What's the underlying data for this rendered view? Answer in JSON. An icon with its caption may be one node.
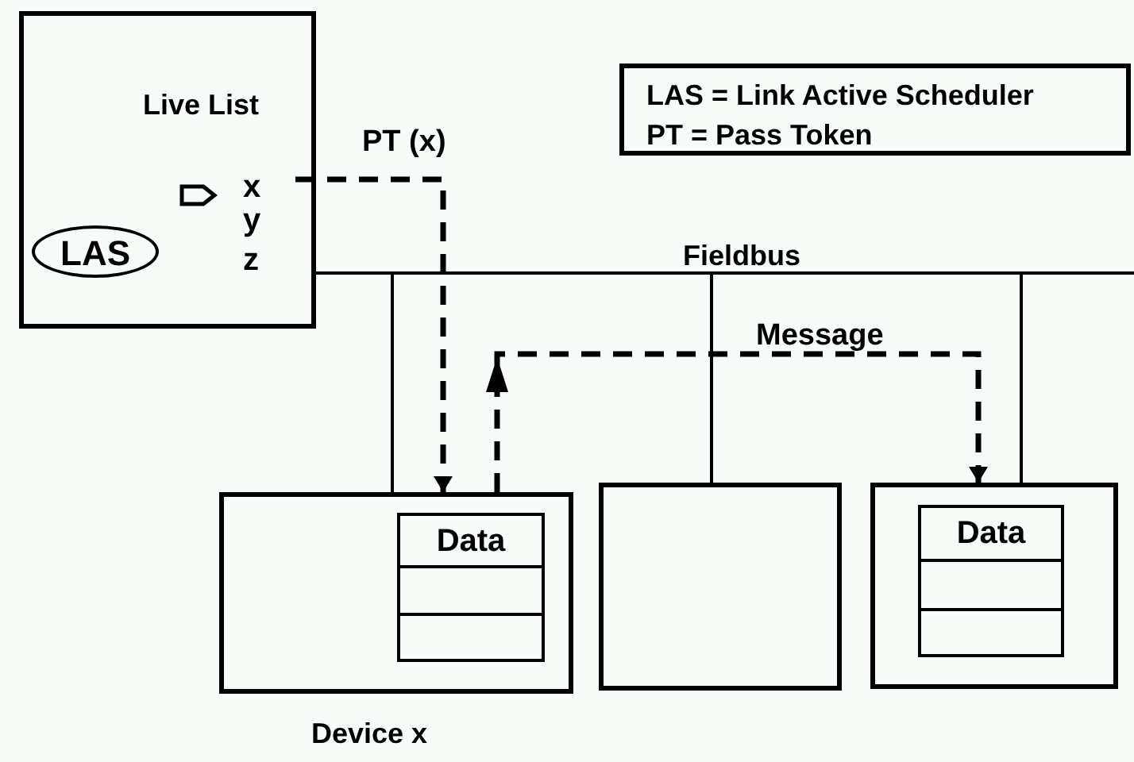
{
  "diagram": {
    "nodes": [
      {
        "text": [
          "Live List"
        ]
      },
      {
        "text": [
          "LAS"
        ],
        "in": 0
      },
      {
        "text": [
          "x"
        ],
        "in": 0
      },
      {
        "text": [
          "LAS = Link Active Scheduler",
          "PT = Pass Token"
        ]
      },
      {
        "text": [],
        "shape": "bar",
        "beside": [
          "Fieldbus"
        ]
      },
      {
        "text": [],
        "shape": "box",
        "beside": [
          "Device x"
        ]
      },
      {
        "text": [
          "Data"
        ],
        "in": 5
      },
      {
        "text": [],
        "shape": "box"
      },
      {
        "text": [],
        "shape": "box"
      },
      {
        "text": [
          "Data"
        ],
        "in": 8
      }
    ],
    "edges": [
      {
        "from": 2,
        "to": 5,
        "arrow": "to",
        "label": "PT (x)",
        "style": "dashed"
      },
      {
        "from": 5,
        "to": 8,
        "arrow": "to",
        "label": "Message",
        "style": "dashed"
      },
      {
        "from": 4,
        "to": 5,
        "arrow": "none"
      },
      {
        "from": 4,
        "to": 7,
        "arrow": "none"
      },
      {
        "from": 4,
        "to": 8,
        "arrow": "none"
      }
    ],
    "labels": [
      "y",
      "z"
    ]
  }
}
